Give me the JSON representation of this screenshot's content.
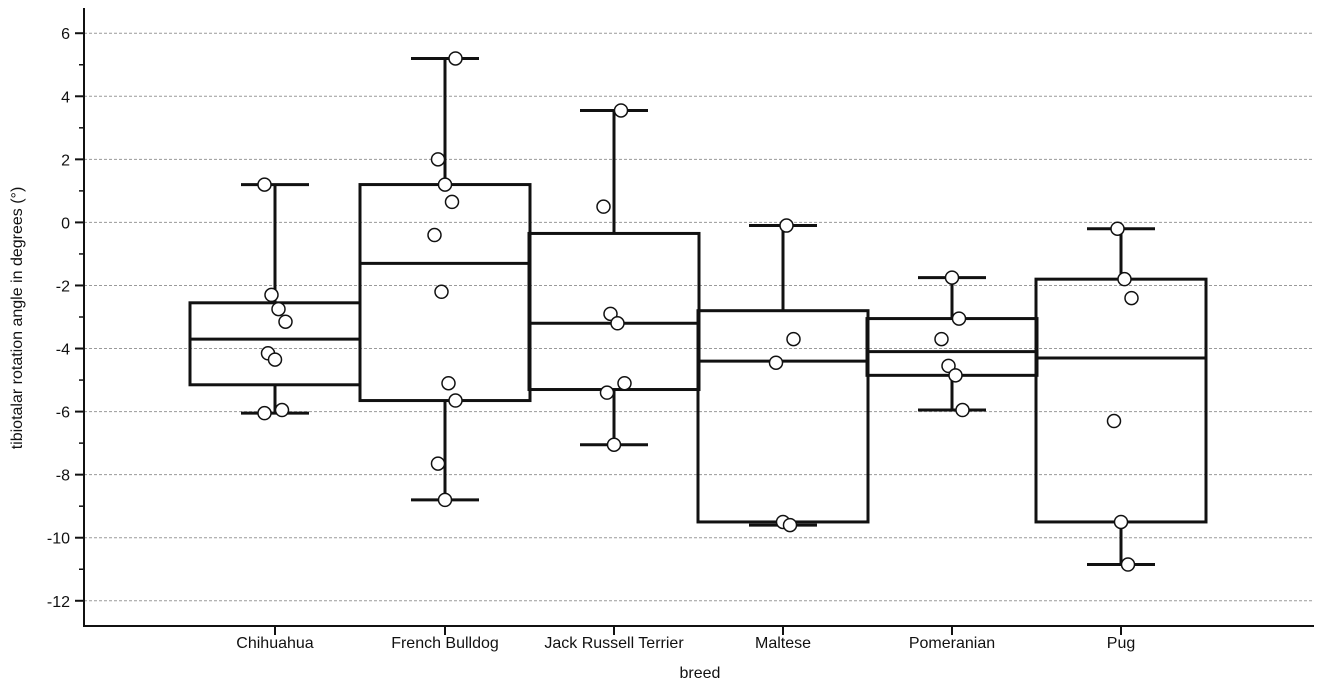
{
  "chart_data": {
    "type": "box",
    "xlabel": "breed",
    "ylabel": "tibiotalar rotation angle in degrees (°)",
    "ylim": [
      -12.8,
      6.8
    ],
    "yticks": [
      6,
      4,
      2,
      0,
      -2,
      -4,
      -6,
      -8,
      -10,
      -12
    ],
    "ytick_labels": [
      "6",
      "4",
      "2",
      "0",
      "-2",
      "-4",
      "-6",
      "-8",
      "-10",
      "-12"
    ],
    "grid": "horizontal-dashed",
    "categories": [
      "Chihuahua",
      "French Bulldog",
      "Jack Russell Terrier",
      "Maltese",
      "Pomeranian",
      "Pug"
    ],
    "boxes": [
      {
        "q1": -5.15,
        "median": -3.7,
        "q3": -2.55,
        "whisker_low": -6.05,
        "whisker_high": 1.2,
        "points": [
          1.2,
          -2.3,
          -2.75,
          -3.15,
          -4.15,
          -4.35,
          -5.95,
          -6.05
        ]
      },
      {
        "q1": -5.65,
        "median": -1.3,
        "q3": 1.2,
        "whisker_low": -8.8,
        "whisker_high": 5.2,
        "points": [
          5.2,
          2.0,
          1.2,
          0.65,
          -0.4,
          -2.2,
          -5.1,
          -5.65,
          -7.65,
          -8.8
        ]
      },
      {
        "q1": -5.3,
        "median": -3.2,
        "q3": -0.35,
        "whisker_low": -7.05,
        "whisker_high": 3.55,
        "points": [
          3.55,
          0.5,
          -2.9,
          -3.2,
          -5.1,
          -5.4,
          -7.05
        ]
      },
      {
        "q1": -9.5,
        "median": -4.4,
        "q3": -2.8,
        "whisker_low": -9.6,
        "whisker_high": -0.1,
        "points": [
          -0.1,
          -3.7,
          -4.45,
          -9.5,
          -9.6
        ]
      },
      {
        "q1": -4.85,
        "median": -4.1,
        "q3": -3.05,
        "whisker_low": -5.95,
        "whisker_high": -1.75,
        "points": [
          -1.75,
          -3.05,
          -3.7,
          -4.55,
          -4.85,
          -5.95
        ]
      },
      {
        "q1": -9.5,
        "median": -4.3,
        "q3": -1.8,
        "whisker_low": -10.85,
        "whisker_high": -0.2,
        "points": [
          -0.2,
          -1.8,
          -2.4,
          -6.3,
          -9.5,
          -10.85
        ]
      }
    ]
  }
}
